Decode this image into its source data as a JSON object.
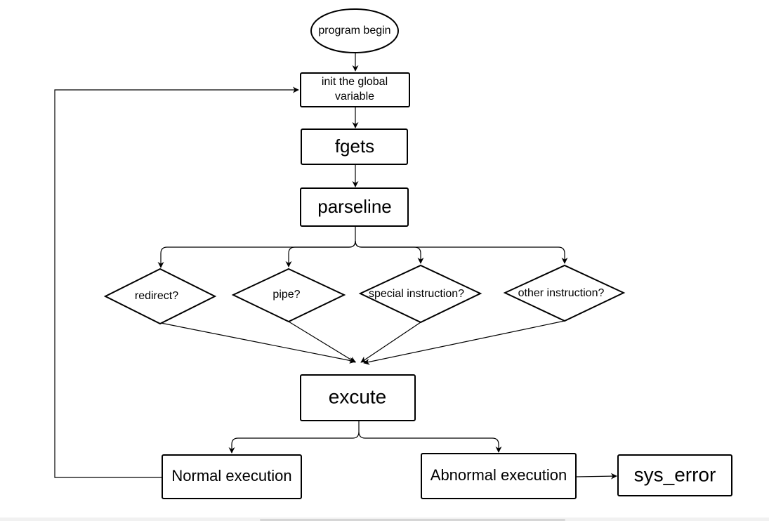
{
  "nodes": {
    "begin": "program begin",
    "init_line1": "init the global",
    "init_line2": "variable",
    "fgets": "fgets",
    "parseline": "parseline",
    "redirect": "redirect?",
    "pipe": "pipe?",
    "special": "special instruction?",
    "other": "other instruction?",
    "execute": "excute",
    "normal": "Normal execution",
    "abnormal": "Abnormal execution",
    "sys_error": "sys_error"
  }
}
